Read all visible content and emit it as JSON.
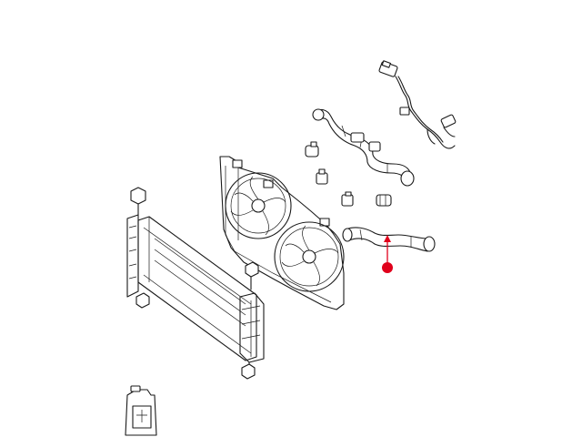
{
  "diagram": {
    "callout_color": "#e0001b",
    "line_color": "#1a1a1a",
    "background": "#ffffff",
    "parts": [
      "wiring-harness",
      "upper-radiator-hose",
      "lower-radiator-hose",
      "hose-clamp",
      "cooling-fan-shroud",
      "cooling-fan",
      "radiator",
      "radiator-bracket",
      "coolant-container"
    ]
  }
}
